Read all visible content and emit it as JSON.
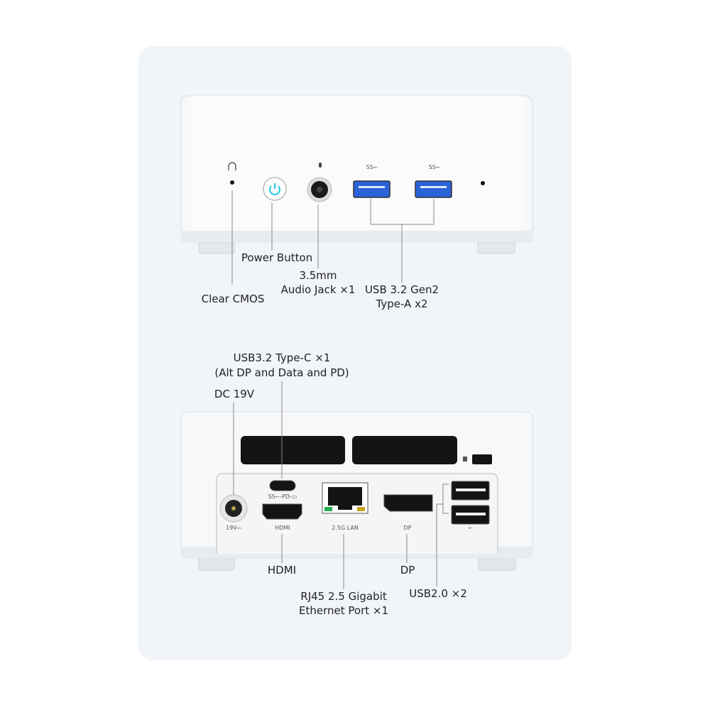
{
  "top_panel": {
    "labels": {
      "clear_cmos": "Clear CMOS",
      "power_button": "Power Button",
      "audio_line1": "3.5mm",
      "audio_line2": "Audio Jack ×1",
      "usb_line1": "USB 3.2 Gen2",
      "usb_line2": "Type-A x2"
    },
    "icon_marks": {
      "usb_ss_1": "SS⭠",
      "usb_ss_2": "SS⭠"
    }
  },
  "rear_panel": {
    "labels": {
      "usbc_line1": "USB3.2 Type-C ×1",
      "usbc_line2": "(Alt DP and Data and PD)",
      "dc": "DC 19V",
      "hdmi": "HDMI",
      "rj45_line1": "RJ45 2.5 Gigabit",
      "rj45_line2": "Ethernet Port ×1",
      "dp": "DP",
      "usb2": "USB2.0 ×2"
    },
    "port_marks": {
      "dc": "19V⎓",
      "usbc": "SS⭠-PD-▭",
      "hdmi": "HDMI",
      "lan": "2.5G LAN",
      "dp": "DP",
      "usb": "⭠"
    }
  },
  "colors": {
    "card": "#f1f4f8",
    "usb3_blue": "#2a62d8",
    "power_led": "#22c8e6",
    "lan_green": "#22b14c",
    "lan_amber": "#c9a21a"
  }
}
